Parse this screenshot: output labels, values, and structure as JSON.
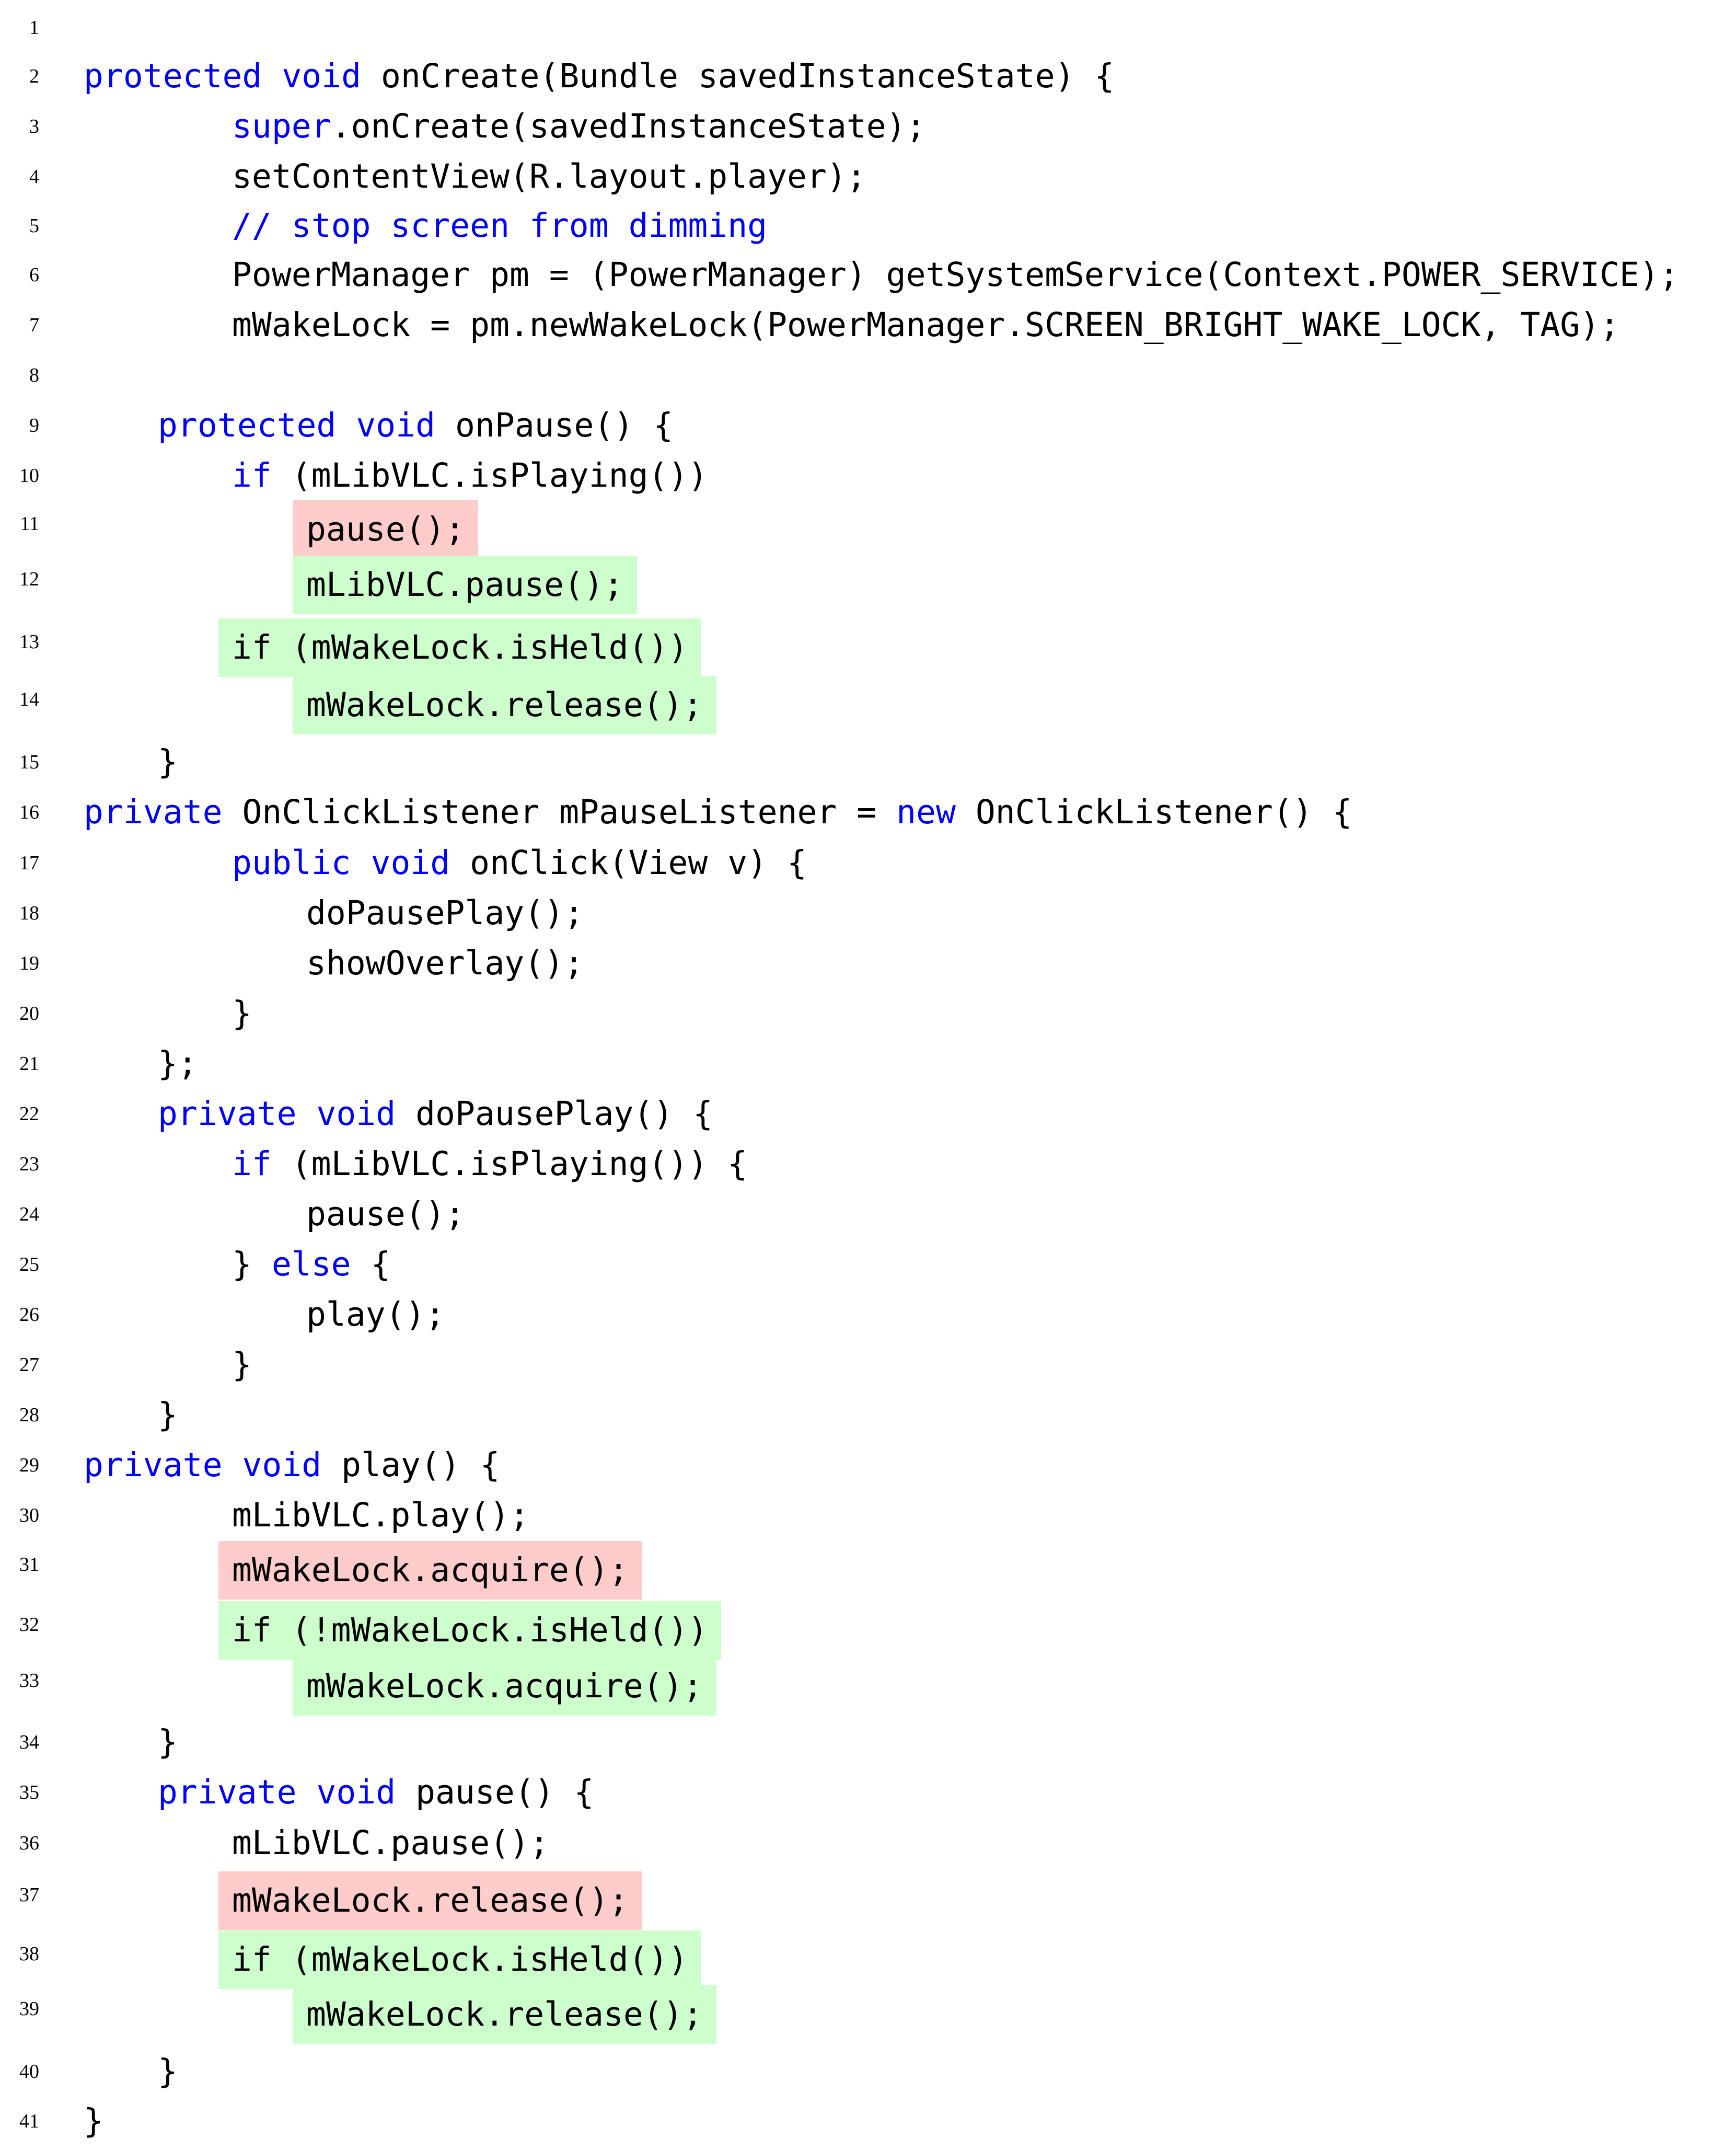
{
  "colors": {
    "keyword": "#0000ff",
    "comment": "#0000ff",
    "removed_background": "#ffcccc",
    "added_background": "#ccffcc"
  },
  "code_lines": [
    {
      "num": "1",
      "indent": 0,
      "status": "",
      "tokens": []
    },
    {
      "num": "2",
      "indent": 0,
      "status": "",
      "tokens": [
        [
          "kw",
          "protected"
        ],
        [
          "t",
          " "
        ],
        [
          "kw",
          "void"
        ],
        [
          "t",
          " onCreate(Bundle savedInstanceState) {"
        ]
      ]
    },
    {
      "num": "3",
      "indent": 4,
      "status": "",
      "tokens": [
        [
          "kw",
          "super"
        ],
        [
          "t",
          ".onCreate(savedInstanceState);"
        ]
      ]
    },
    {
      "num": "4",
      "indent": 4,
      "status": "",
      "tokens": [
        [
          "t",
          "setContentView(R.layout.player);"
        ]
      ]
    },
    {
      "num": "5",
      "indent": 4,
      "status": "",
      "tokens": [
        [
          "cm",
          "// stop screen from dimming"
        ]
      ]
    },
    {
      "num": "6",
      "indent": 4,
      "status": "",
      "tokens": [
        [
          "t",
          "PowerManager pm = (PowerManager) getSystemService(Context.POWER_SERVICE);"
        ]
      ]
    },
    {
      "num": "7",
      "indent": 4,
      "status": "",
      "tokens": [
        [
          "t",
          "mWakeLock = pm.newWakeLock(PowerManager.SCREEN_BRIGHT_WAKE_LOCK, TAG);"
        ]
      ]
    },
    {
      "num": "8",
      "indent": 0,
      "status": "",
      "tokens": []
    },
    {
      "num": "9",
      "indent": 2,
      "status": "",
      "tokens": [
        [
          "kw",
          "protected"
        ],
        [
          "t",
          " "
        ],
        [
          "kw",
          "void"
        ],
        [
          "t",
          " onPause() {"
        ]
      ]
    },
    {
      "num": "10",
      "indent": 4,
      "status": "",
      "tokens": [
        [
          "kw",
          "if"
        ],
        [
          "t",
          " (mLibVLC.isPlaying())"
        ]
      ]
    },
    {
      "num": "11",
      "indent": 6,
      "status": "removed",
      "tokens": [
        [
          "t",
          "pause();"
        ]
      ]
    },
    {
      "num": "12",
      "indent": 6,
      "status": "added",
      "tokens": [
        [
          "t",
          "mLibVLC.pause();"
        ]
      ]
    },
    {
      "num": "13",
      "indent": 4,
      "status": "added",
      "tokens": [
        [
          "t",
          "if (mWakeLock.isHeld())"
        ]
      ]
    },
    {
      "num": "14",
      "indent": 6,
      "status": "added",
      "tokens": [
        [
          "t",
          "mWakeLock.release();"
        ]
      ]
    },
    {
      "num": "15",
      "indent": 2,
      "status": "",
      "tokens": [
        [
          "t",
          "}"
        ]
      ]
    },
    {
      "num": "16",
      "indent": 0,
      "status": "",
      "tokens": [
        [
          "kw",
          "private"
        ],
        [
          "t",
          " OnClickListener mPauseListener = "
        ],
        [
          "kw",
          "new"
        ],
        [
          "t",
          " OnClickListener() {"
        ]
      ]
    },
    {
      "num": "17",
      "indent": 4,
      "status": "",
      "tokens": [
        [
          "kw",
          "public"
        ],
        [
          "t",
          " "
        ],
        [
          "kw",
          "void"
        ],
        [
          "t",
          " onClick(View v) {"
        ]
      ]
    },
    {
      "num": "18",
      "indent": 6,
      "status": "",
      "tokens": [
        [
          "t",
          "doPausePlay();"
        ]
      ]
    },
    {
      "num": "19",
      "indent": 6,
      "status": "",
      "tokens": [
        [
          "t",
          "showOverlay();"
        ]
      ]
    },
    {
      "num": "20",
      "indent": 4,
      "status": "",
      "tokens": [
        [
          "t",
          "}"
        ]
      ]
    },
    {
      "num": "21",
      "indent": 2,
      "status": "",
      "tokens": [
        [
          "t",
          "};"
        ]
      ]
    },
    {
      "num": "22",
      "indent": 2,
      "status": "",
      "tokens": [
        [
          "kw",
          "private"
        ],
        [
          "t",
          " "
        ],
        [
          "kw",
          "void"
        ],
        [
          "t",
          " doPausePlay() {"
        ]
      ]
    },
    {
      "num": "23",
      "indent": 4,
      "status": "",
      "tokens": [
        [
          "kw",
          "if"
        ],
        [
          "t",
          " (mLibVLC.isPlaying()) {"
        ]
      ]
    },
    {
      "num": "24",
      "indent": 6,
      "status": "",
      "tokens": [
        [
          "t",
          "pause();"
        ]
      ]
    },
    {
      "num": "25",
      "indent": 4,
      "status": "",
      "tokens": [
        [
          "t",
          "} "
        ],
        [
          "kw",
          "else"
        ],
        [
          "t",
          " {"
        ]
      ]
    },
    {
      "num": "26",
      "indent": 6,
      "status": "",
      "tokens": [
        [
          "t",
          "play();"
        ]
      ]
    },
    {
      "num": "27",
      "indent": 4,
      "status": "",
      "tokens": [
        [
          "t",
          "}"
        ]
      ]
    },
    {
      "num": "28",
      "indent": 2,
      "status": "",
      "tokens": [
        [
          "t",
          "}"
        ]
      ]
    },
    {
      "num": "29",
      "indent": 0,
      "status": "",
      "tokens": [
        [
          "kw",
          "private"
        ],
        [
          "t",
          " "
        ],
        [
          "kw",
          "void"
        ],
        [
          "t",
          " play() {"
        ]
      ]
    },
    {
      "num": "30",
      "indent": 4,
      "status": "",
      "tokens": [
        [
          "t",
          "mLibVLC.play();"
        ]
      ]
    },
    {
      "num": "31",
      "indent": 4,
      "status": "removed",
      "tokens": [
        [
          "t",
          "mWakeLock.acquire();"
        ]
      ]
    },
    {
      "num": "32",
      "indent": 4,
      "status": "added",
      "tokens": [
        [
          "t",
          "if (!mWakeLock.isHeld())"
        ]
      ]
    },
    {
      "num": "33",
      "indent": 6,
      "status": "added",
      "tokens": [
        [
          "t",
          "mWakeLock.acquire();"
        ]
      ]
    },
    {
      "num": "34",
      "indent": 2,
      "status": "",
      "tokens": [
        [
          "t",
          "}"
        ]
      ]
    },
    {
      "num": "35",
      "indent": 2,
      "status": "",
      "tokens": [
        [
          "kw",
          "private"
        ],
        [
          "t",
          " "
        ],
        [
          "kw",
          "void"
        ],
        [
          "t",
          " pause() {"
        ]
      ]
    },
    {
      "num": "36",
      "indent": 4,
      "status": "",
      "tokens": [
        [
          "t",
          "mLibVLC.pause();"
        ]
      ]
    },
    {
      "num": "37",
      "indent": 4,
      "status": "removed",
      "tokens": [
        [
          "t",
          "mWakeLock.release();"
        ]
      ]
    },
    {
      "num": "38",
      "indent": 4,
      "status": "added",
      "tokens": [
        [
          "t",
          "if (mWakeLock.isHeld())"
        ]
      ]
    },
    {
      "num": "39",
      "indent": 6,
      "status": "added",
      "tokens": [
        [
          "t",
          "mWakeLock.release();"
        ]
      ]
    },
    {
      "num": "40",
      "indent": 2,
      "status": "",
      "tokens": [
        [
          "t",
          "}"
        ]
      ]
    },
    {
      "num": "41",
      "indent": 0,
      "status": "",
      "tokens": [
        [
          "t",
          "}"
        ]
      ]
    }
  ]
}
